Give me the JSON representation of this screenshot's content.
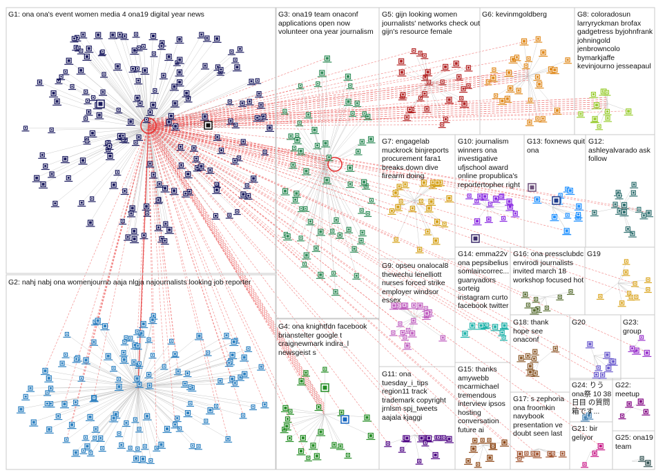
{
  "panels": [
    {
      "id": "G1",
      "color": "#1a1a5e",
      "label": "G1: ona ona's event women media 4 ona19 digital year news"
    },
    {
      "id": "G2",
      "color": "#2a7fc0",
      "label": "G2: nahj nabj ona womenjourno aaja nlgja najournalists looking job reporter"
    },
    {
      "id": "G3",
      "color": "#2e8b57",
      "label": "G3: ona19 team onaconf applications open now volunteer ona year journalism"
    },
    {
      "id": "G4",
      "color": "#228b22",
      "label": "G4: ona knightfdn facebook brianstelter google t craignewmark indira_l newsgeist s"
    },
    {
      "id": "G5",
      "color": "#b22222",
      "label": "G5: gijn looking women journalists' networks check out gijn's resource female"
    },
    {
      "id": "G6",
      "color": "#e08a1e",
      "label": "G6: kevinmgoldberg"
    },
    {
      "id": "G7",
      "color": "#d4a017",
      "label": "G7: engagelab muckrock binjreports procurement fara1 breaks down dive firearm doing"
    },
    {
      "id": "G8",
      "color": "#9acd32",
      "label": "G8: coloradosun larryryckman brofax gadgetress byjohnfrank johningold jenbrowncolo bymarkjaffe kevinjourno jesseapaul"
    },
    {
      "id": "G9",
      "color": "#c060c0",
      "label": "G9: opseu onalocal8 thewechu lenelliott nurses forced strike employer windsor essex"
    },
    {
      "id": "G10",
      "color": "#8a2be2",
      "label": "G10: journalism winners ona investigative ufjschool award online propublica's reportertopher right"
    },
    {
      "id": "G11",
      "color": "#4b0082",
      "label": "G11: ona tuesday_i_tips region11 track trademark copyright jrnlsm spj_tweets aajala kjaggi"
    },
    {
      "id": "G12",
      "color": "#2f6f6f",
      "label": "G12: ashleyalvarado ask follow"
    },
    {
      "id": "G13",
      "color": "#1e90ff",
      "label": "G13: foxnews quit ona"
    },
    {
      "id": "G14",
      "color": "#20b2aa",
      "label": "G14: emma22v ona pepsibelius somlaincorrec... guanyadors sorteig instagram curto facebook twitter"
    },
    {
      "id": "G15",
      "color": "#8b4513",
      "label": "G15: thanks amywebb mcarmichael tremendous interview ipsos hosting conversation future ai"
    },
    {
      "id": "G16",
      "color": "#556b2f",
      "label": "G16: ona pressclubdc envirodi journalists invited march 18 workshop focused hot"
    },
    {
      "id": "G17",
      "color": "#a0522d",
      "label": "G17: s zephoria ona froomkin navybook presentation ve doubt seen last"
    },
    {
      "id": "G18",
      "color": "#8b5a2b",
      "label": "G18: thank hope see onaconf"
    },
    {
      "id": "G19",
      "color": "#daa520",
      "label": "G19"
    },
    {
      "id": "G20",
      "color": "#6a5acd",
      "label": "G20"
    },
    {
      "id": "G21",
      "color": "#c71585",
      "label": "G21: bir geliyor"
    },
    {
      "id": "G22",
      "color": "#800080",
      "label": "G22: meetup"
    },
    {
      "id": "G23",
      "color": "#9932cc",
      "label": "G23: group"
    },
    {
      "id": "G24",
      "color": "#4682b4",
      "label": "G24: りう ona祭 10 38日目 の質問箱です..."
    },
    {
      "id": "G25",
      "color": "#2f4f4f",
      "label": "G25: ona19 team"
    }
  ]
}
